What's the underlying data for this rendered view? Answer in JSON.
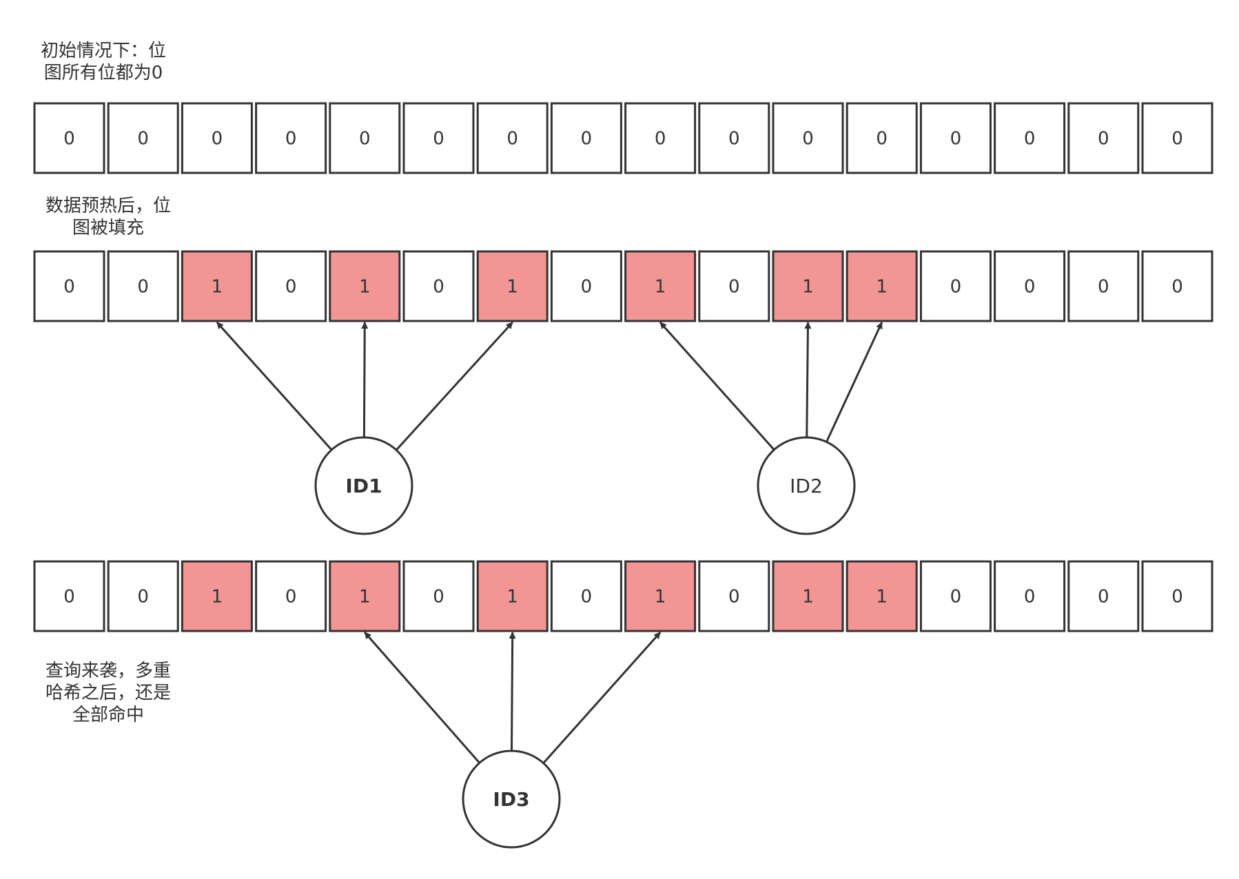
{
  "colors": {
    "set_fill": "#f19595",
    "unset_fill": "#ffffff",
    "stroke": "#333333",
    "text": "#333333"
  },
  "labels": {
    "initial": [
      "初始情况下：位",
      "图所有位都为0"
    ],
    "prewarm": [
      "数据预热后，位",
      "图被填充"
    ],
    "query": [
      "查询来袭，多重",
      "哈希之后，还是",
      "全部命中"
    ]
  },
  "rows": {
    "initial": [
      0,
      0,
      0,
      0,
      0,
      0,
      0,
      0,
      0,
      0,
      0,
      0,
      0,
      0,
      0,
      0
    ],
    "prewarm": [
      0,
      0,
      1,
      0,
      1,
      0,
      1,
      0,
      1,
      0,
      1,
      1,
      0,
      0,
      0,
      0
    ],
    "query": [
      0,
      0,
      1,
      0,
      1,
      0,
      1,
      0,
      1,
      0,
      1,
      1,
      0,
      0,
      0,
      0
    ]
  },
  "nodes": [
    {
      "id": "id1",
      "label": "ID1",
      "bold": true,
      "row": "prewarm",
      "targets": [
        2,
        4,
        6
      ]
    },
    {
      "id": "id2",
      "label": "ID2",
      "bold": false,
      "row": "prewarm",
      "targets": [
        8,
        10,
        11
      ]
    },
    {
      "id": "id3",
      "label": "ID3",
      "bold": true,
      "row": "query",
      "targets": [
        4,
        6,
        8
      ]
    }
  ]
}
